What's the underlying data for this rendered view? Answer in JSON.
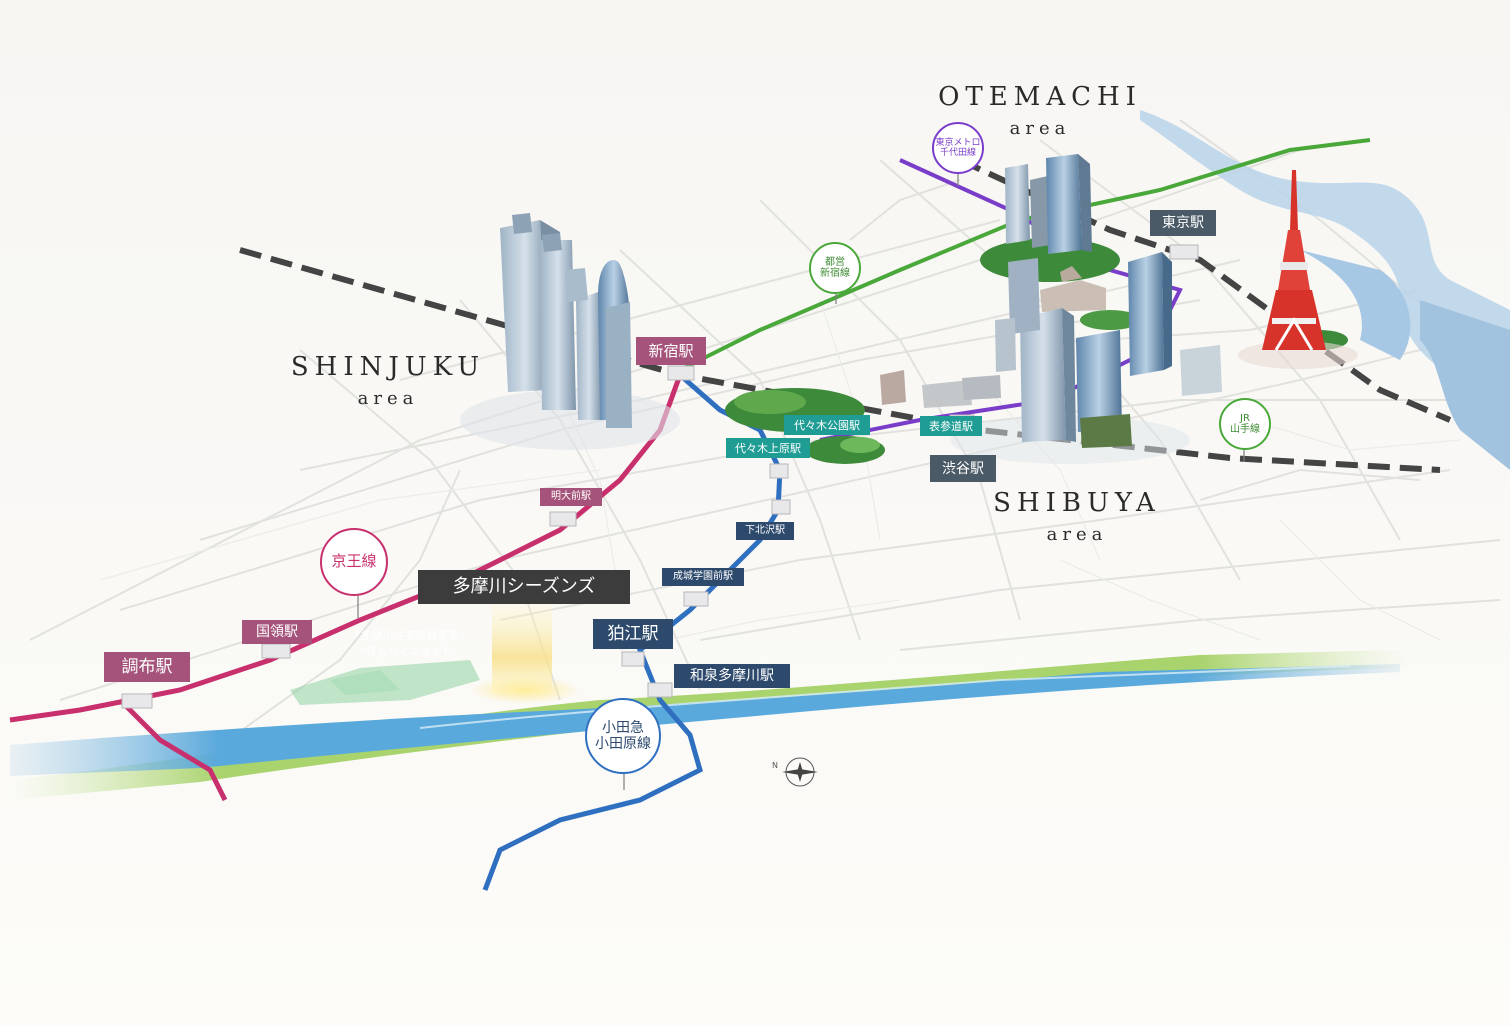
{
  "areas": {
    "otemachi": {
      "name": "OTEMACHI",
      "sub": "area"
    },
    "shinjuku": {
      "name": "SHINJUKU",
      "sub": "area"
    },
    "shibuya": {
      "name": "SHIBUYA",
      "sub": "area"
    }
  },
  "lines": {
    "keio": {
      "name": "京王線",
      "color": "#c8306d"
    },
    "odakyu": {
      "name": "小田急",
      "name2": "小田原線",
      "color": "#2f6fc0"
    },
    "chiyoda": {
      "name": "東京メトロ",
      "name2": "千代田線",
      "color": "#7a3dc9"
    },
    "shinjuku_line": {
      "name": "都営",
      "name2": "新宿線",
      "color": "#4aa83a"
    },
    "yamanote": {
      "name": "JR",
      "name2": "山手線",
      "color": "#555555"
    }
  },
  "stations": {
    "tokyo": "東京駅",
    "shinjuku": "新宿駅",
    "yoyogi_koen": "代々木公園駅",
    "yoyogi_uehara": "代々木上原駅",
    "omotesando": "表参道駅",
    "shibuya": "渋谷駅",
    "meidaimae": "明大前駅",
    "shimokitazawa": "下北沢駅",
    "seijogakuen": "成城学園前駅",
    "komae": "狛江駅",
    "izumi_tamagawa": "和泉多摩川駅",
    "kokuryo": "国領駅",
    "chofu": "調布駅"
  },
  "property": {
    "name": "多摩川シーズンズ"
  },
  "project": {
    "line1": "「多摩川住宅建替事業」",
    "line2": "“ほとりとたまがわ”"
  },
  "colors": {
    "river": "#5aa9dc",
    "green": "#8dc63f",
    "park": "#3d8a3b",
    "glow": "#f7e08a"
  }
}
